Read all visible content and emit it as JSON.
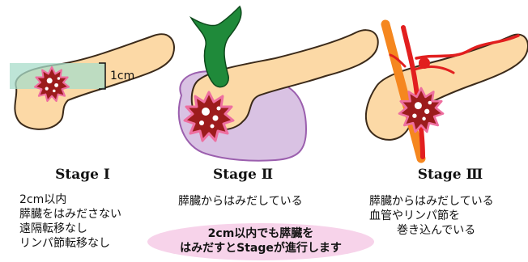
{
  "stage1": {
    "title": "Stage Ⅰ",
    "size_label": "1cm",
    "lines": [
      "2cm以内",
      "膵臓をはみださない",
      "遠隔転移なし",
      "リンパ節転移なし"
    ]
  },
  "stage2": {
    "title": "Stage Ⅱ",
    "lines": [
      "膵臓からはみだしている"
    ]
  },
  "stage3": {
    "title": "Stage Ⅲ",
    "lines": [
      "膵臓からはみだしている",
      "血管やリンパ節を",
      "巻き込んでいる"
    ]
  },
  "note": {
    "lines": [
      "2cm以内でも膵臓を",
      "はみだすとStageが進行します"
    ]
  },
  "colors": {
    "pancreas": "#fcd9a6",
    "outline": "#3b2a1a",
    "tumor": "#9c1c1c",
    "tumor_ring": "#ee6fa0",
    "spread": "#d9c2e3",
    "bile_duct": "#1f8a3a",
    "vessel_red": "#e21f1f",
    "vessel_orange": "#f5871f",
    "note_bg": "#f7d3ea",
    "size_box": "#a8dcc9"
  }
}
